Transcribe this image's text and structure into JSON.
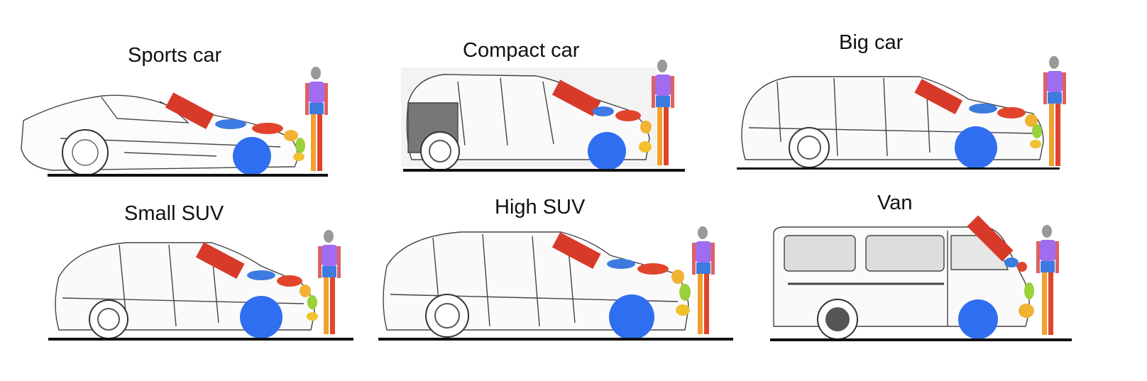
{
  "panels": [
    {
      "title": "Sports car",
      "colors": {
        "impactor": "#d83a2a",
        "head": "#2f6ef0"
      }
    },
    {
      "title": "Compact car"
    },
    {
      "title": "Big car"
    },
    {
      "title": "Small SUV"
    },
    {
      "title": "High SUV"
    },
    {
      "title": "Van"
    }
  ],
  "colors": {
    "ground": "#111111",
    "car_outline": "#444444",
    "wheel_blue": "#2f6ef0",
    "impactor_red": "#d83a2a",
    "segment_blue": "#3d7be0",
    "segment_red": "#e0452c",
    "segment_orange": "#f2b234",
    "segment_green": "#9ad13a",
    "dummy_purple": "#a06cf0",
    "dummy_grey": "#9a9a9a"
  }
}
